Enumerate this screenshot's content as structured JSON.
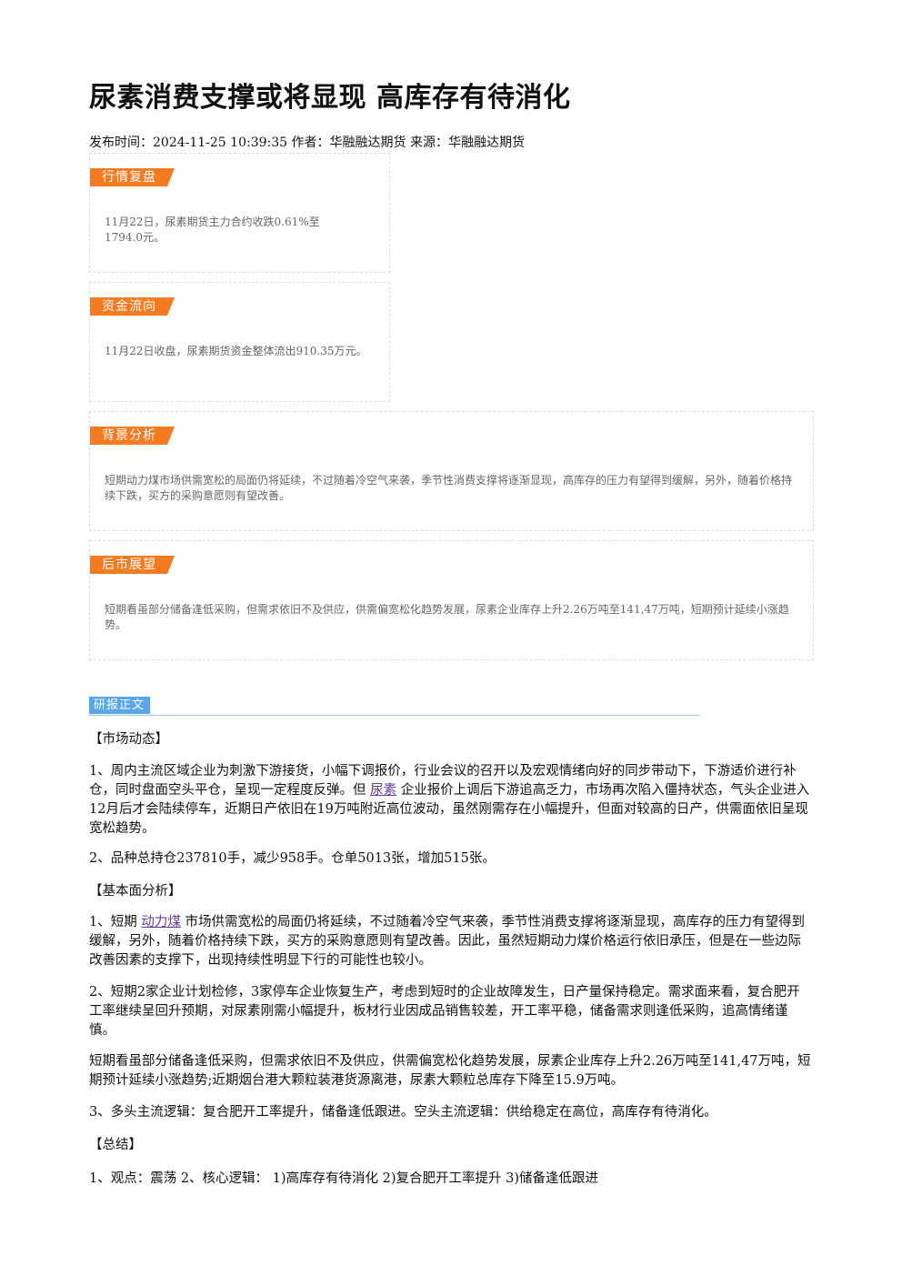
{
  "article": {
    "title": "尿素消费支撑或将显现 高库存有待消化",
    "meta": "发布时间：2024-11-25 10:39:35 作者：华融融达期货 来源：华融融达期货"
  },
  "cards": [
    {
      "tag": "行情复盘",
      "text": "11月22日，尿素期货主力合约收跌0.61%至1794.0元。"
    },
    {
      "tag": "资金流向",
      "text": "11月22日收盘，尿素期货资金整体流出910.35万元。"
    },
    {
      "tag": "背景分析",
      "text": "短期动力煤市场供需宽松的局面仍将延续，不过随着冷空气来袭，季节性消费支撑将逐渐显现，高库存的压力有望得到缓解，另外，随着价格持续下跌，买方的采购意愿则有望改善。"
    },
    {
      "tag": "后市展望",
      "text": "短期看虽部分储备逢低采购，但需求依旧不及供应，供需偏宽松化趋势发展，尿素企业库存上升2.26万吨至141,47万吨，短期预计延续小涨趋势。"
    }
  ],
  "section": {
    "title": "研报正文"
  },
  "body": {
    "h_market": "【市场动态】",
    "p1_a": "1、周内主流区域企业为刺激下游接货，小幅下调报价，行业会议的召开以及宏观情绪向好的同步带动下，下游适价进行补仓，同时盘面空头平仓，呈现一定程度反弹。但",
    "p1_link": "尿素",
    "p1_b": "企业报价上调后下游追高乏力，市场再次陷入僵持状态，气头企业进入12月后才会陆续停车，近期日产依旧在19万吨附近高位波动，虽然刚需存在小幅提升，但面对较高的日产，供需面依旧呈现宽松趋势。",
    "p2": "2、品种总持仓237810手，减少958手。仓单5013张，增加515张。",
    "h_fund": "【基本面分析】",
    "p3_a": "1、短期",
    "p3_link": "动力煤",
    "p3_b": "市场供需宽松的局面仍将延续，不过随着冷空气来袭，季节性消费支撑将逐渐显现，高库存的压力有望得到缓解，另外，随着价格持续下跌，买方的采购意愿则有望改善。因此，虽然短期动力煤价格运行依旧承压，但是在一些边际改善因素的支撑下，出现持续性明显下行的可能性也较小。",
    "p4": "2、短期2家企业计划检修，3家停车企业恢复生产，考虑到短时的企业故障发生，日产量保持稳定。需求面来看，复合肥开工率继续呈回升预期，对尿素刚需小幅提升，板材行业因成品销售较差，开工率平稳，储备需求则逢低采购，追高情绪谨慎。",
    "p5": "短期看虽部分储备逢低采购，但需求依旧不及供应，供需偏宽松化趋势发展，尿素企业库存上升2.26万吨至141,47万吨，短期预计延续小涨趋势;近期烟台港大颗粒装港货源离港，尿素大颗粒总库存下降至15.9万吨。",
    "p6": "3、多头主流逻辑：复合肥开工率提升，储备逢低跟进。空头主流逻辑：供给稳定在高位，高库存有待消化。",
    "h_summary": "【总结】",
    "p7": "1、观点：震荡 2、核心逻辑： 1)高库存有待消化 2)复合肥开工率提升 3)储备逢低跟进"
  },
  "colors": {
    "tag_orange": "#f47b20",
    "section_blue": "#5aa6e6",
    "link_purple": "#6a3aa0"
  }
}
